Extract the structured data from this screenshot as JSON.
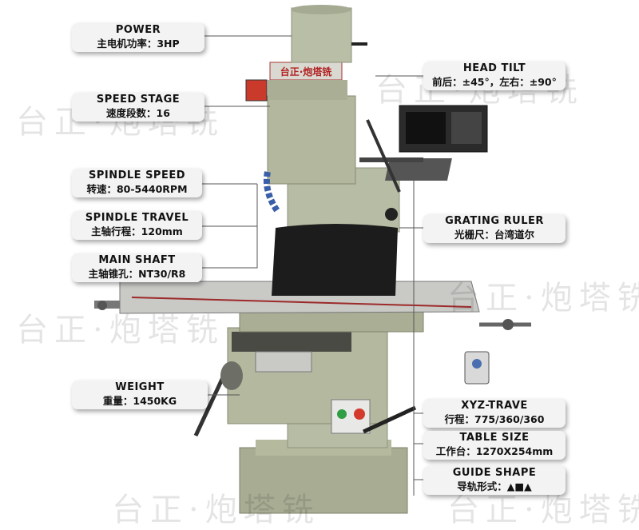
{
  "photo": {
    "head_brand": "台正·炮塔铣",
    "watermark_text": "台正·炮塔铣"
  },
  "callouts": {
    "power": {
      "title": "POWER",
      "value": "主电机功率：3HP"
    },
    "speed_stage": {
      "title": "SPEED STAGE",
      "value": "速度段数：16"
    },
    "spindle_speed": {
      "title": "SPINDLE SPEED",
      "value": "转速：80-5440RPM"
    },
    "spindle_travel": {
      "title": "SPINDLE TRAVEL",
      "value": "主轴行程：120mm"
    },
    "main_shaft": {
      "title": "MAIN SHAFT",
      "value": "主轴锥孔：NT30/R8"
    },
    "weight": {
      "title": "WEIGHT",
      "value": "重量：1450KG"
    },
    "head_tilt": {
      "title": "HEAD TILT",
      "value": "前后：±45°，左右：±90°"
    },
    "grating_ruler": {
      "title": "GRATING RULER",
      "value": "光栅尺：台湾道尔"
    },
    "xyz_travel": {
      "title": "XYZ-TRAVE",
      "value": "行程：775/360/360"
    },
    "table_size": {
      "title": "TABLE SIZE",
      "value": "工作台：1270X254mm"
    },
    "guide_shape": {
      "title": "GUIDE SHAPE",
      "value": "导轨形式：▲■▲"
    }
  },
  "colors": {
    "machine_body": "#b7bca4",
    "machine_shadow": "#8e937c",
    "table_metal": "#c9c9c6",
    "callout_bg": "#f3f3f3",
    "leader_line": "#555555",
    "accent_red": "#c7222a"
  }
}
